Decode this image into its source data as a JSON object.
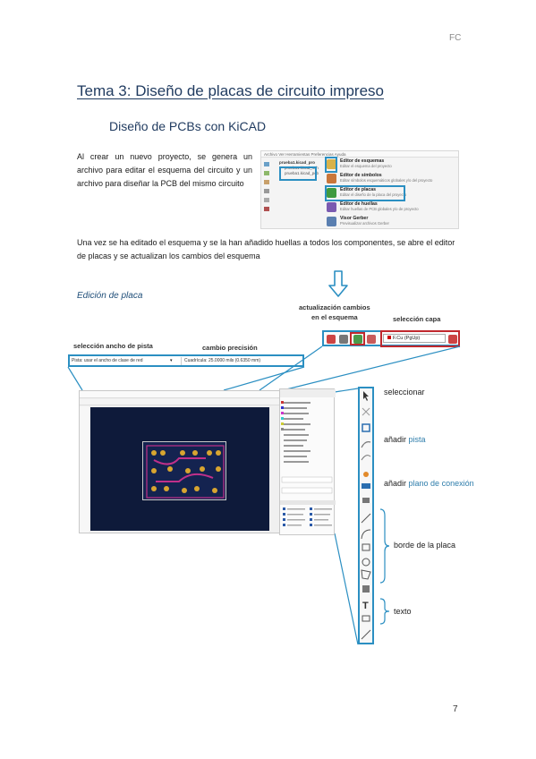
{
  "header": {
    "corner": "FC"
  },
  "title": "Tema 3: Diseño de placas de circuito impreso",
  "subtitle": "Diseño de PCBs con KiCAD",
  "paragraph1": "Al crear un nuevo proyecto, se genera un archivo para editar el esquema del circuito y un archivo para diseñar la PCB del mismo circuito",
  "paragraph2": "Una vez se ha editado el esquema y se la han añadido huellas a todos los componentes, se abre el editor de placas y se actualizan los cambios del esquema",
  "section_title": "Edición de placa",
  "kicad_launcher": {
    "menubar": "Archivo  Ver  Herramientas  Preferencias  Ayuda",
    "tree": [
      "prueba1.kicad_pro",
      "prueba1.kicad_sch",
      "prueba1.kicad_pcb"
    ],
    "items": [
      {
        "title": "Editor de esquemas",
        "desc": "Editar el esquema del proyecto"
      },
      {
        "title": "Editor de símbolos",
        "desc": "Editar símbolos esquemáticos globales y/o del proyecto"
      },
      {
        "title": "Editor de placas",
        "desc": "Editar el diseño de la placa del proyecto"
      },
      {
        "title": "Editor de huellas",
        "desc": "Editar huellas de PCB globales y/o de proyecto"
      },
      {
        "title": "Visor Gerber",
        "desc": "Previsualizar archivos Gerber"
      }
    ]
  },
  "labels": {
    "update": "actualización cambios",
    "update2": "en el esquema",
    "layer": "selección capa",
    "track_width": "selección ancho de pista",
    "grid": "cambio precisión"
  },
  "toolbar": {
    "track_dropdown": "Pista: usar el ancho de clase de red",
    "grid_dropdown": "Cuadrícula: 25.0000 mils (0.6350 mm)",
    "layer_dropdown": "F.Cu (PgUp)"
  },
  "side_labels": {
    "select": "seleccionar",
    "add_track_prefix": "añadir ",
    "add_track_hl": "pista",
    "add_zone_prefix": "añadir ",
    "add_zone_hl": "plano de conexión",
    "board_edge": "borde de la placa",
    "text": "texto"
  },
  "colors": {
    "accent": "#2b8fc2",
    "red": "#c0282d",
    "pcb_bg": "#0e1a3a",
    "heading": "#1f3a5f"
  },
  "page_number": "7"
}
